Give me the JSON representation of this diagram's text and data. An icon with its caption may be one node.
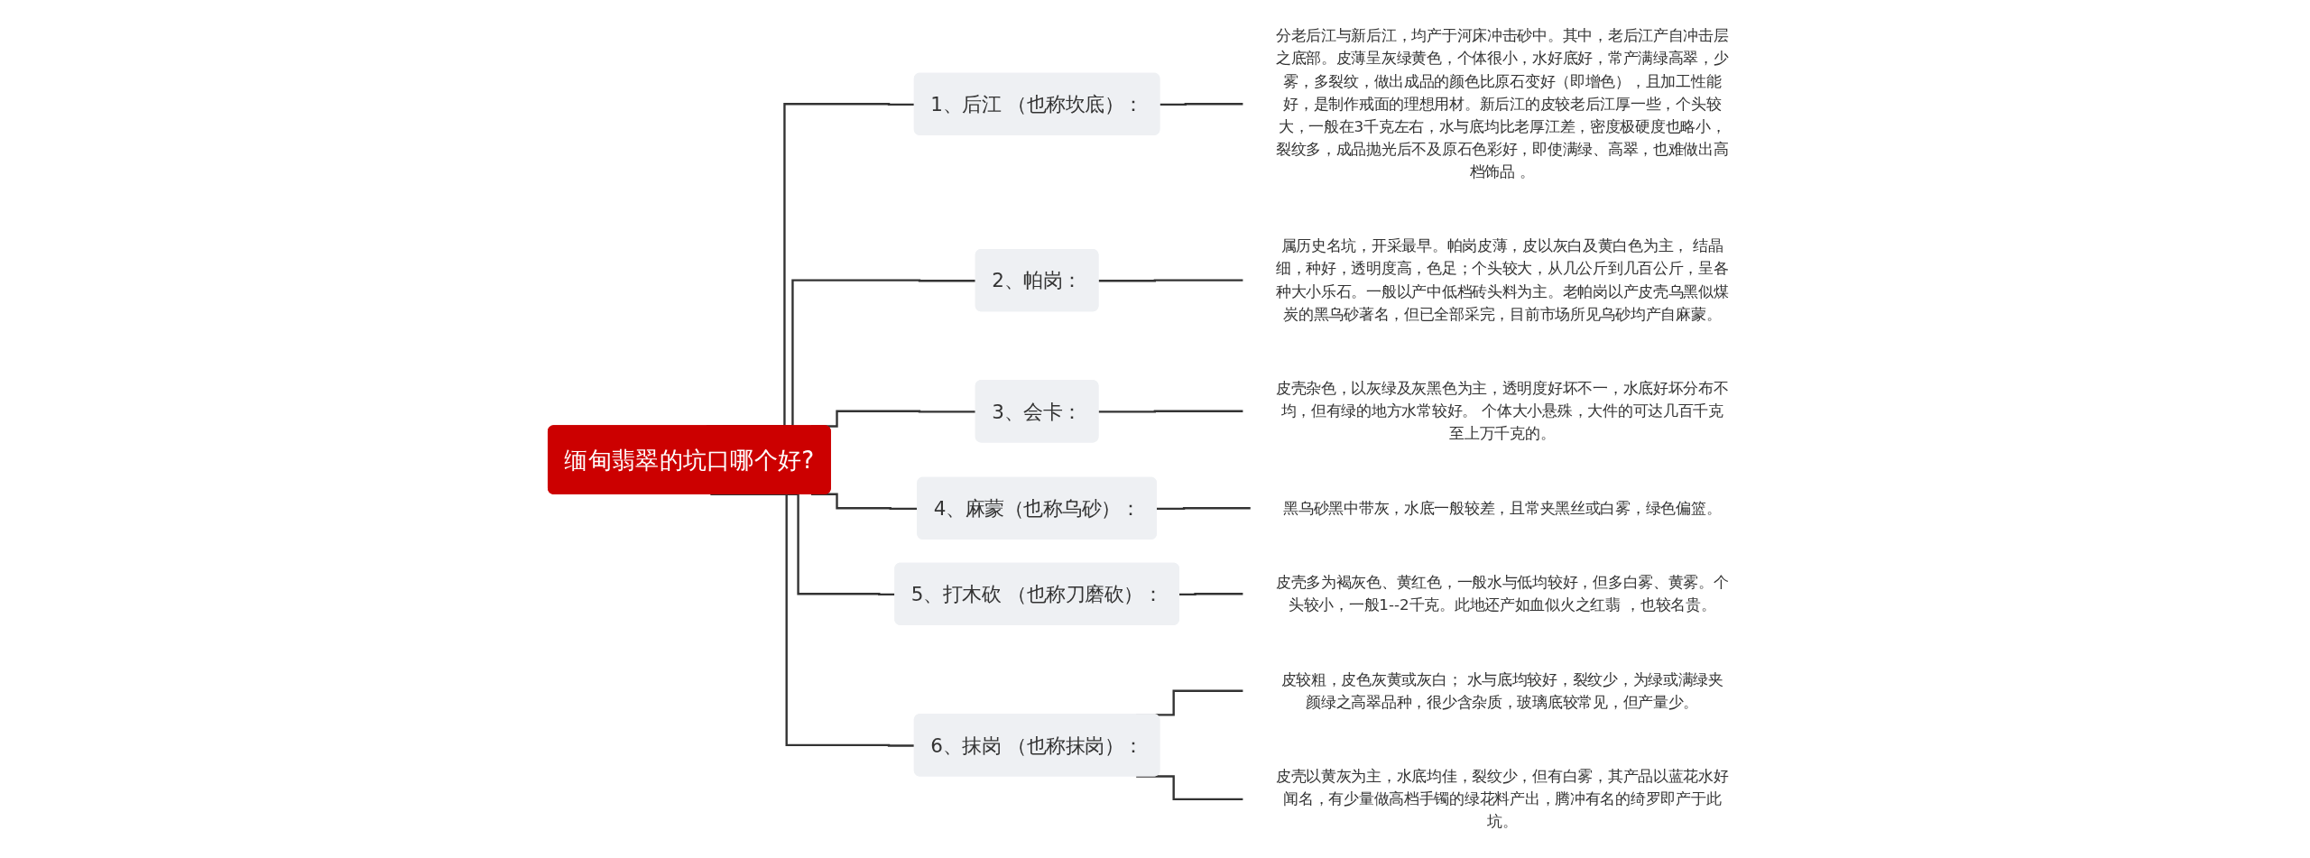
{
  "diagram": {
    "nodes": [
      {
        "text": [
          "缅甸翡翠的坑口哪个好?"
        ]
      },
      {
        "text": [
          "1、后江 （也称坎底）："
        ]
      },
      {
        "text": [
          "分老后江与新后江，均产于河床冲击砂中。其中，老后江产自冲击层之底部。皮薄呈灰绿黄色，个体很小，水好底好，常产满绿高翠，少雾，多裂纹，做出成品的颜色比原石变好（即增色），且加工性能好，是制作戒面的理想用材。新后江的皮较老后江厚一些，个头较大，一般在3千克左右，水与底均比老厚江差，密度极硬度也略小，裂纹多，成品抛光后不及原石色彩好，即使满绿、高翠，也难做出高档饰品 。"
        ]
      },
      {
        "text": [
          "2、帕岗："
        ]
      },
      {
        "text": [
          "属历史名坑，开采最早。帕岗皮薄，皮以灰白及黄白色为主， 结晶细，种好，透明度高，色足；个头较大，从几公斤到几百公斤，呈各种大小乐石。一般以产中低档砖头料为主。老帕岗以产皮壳乌黑似煤炭的黑乌砂著名，但已全部采完，目前市场所见乌砂均产自麻蒙。"
        ]
      },
      {
        "text": [
          "3、会卡："
        ]
      },
      {
        "text": [
          "皮壳杂色，以灰绿及灰黑色为主，透明度好坏不一，水底好坏分布不均，但有绿的地方水常较好。 个体大小悬殊，大件的可达几百千克至上万千克的。"
        ]
      },
      {
        "text": [
          "4、麻蒙（也称乌砂）："
        ]
      },
      {
        "text": [
          "黑乌砂黑中带灰，水底一般较差，且常夹黑丝或白雾，绿色偏篮。"
        ]
      },
      {
        "text": [
          "5、打木砍 （也称刀磨砍）："
        ]
      },
      {
        "text": [
          "皮壳多为褐灰色、黄红色，一般水与低均较好，但多白雾、黄雾。个头较小，一般1--2千克。此地还产如血似火之红翡 ，也较名贵。"
        ]
      },
      {
        "text": [
          "6、抹岗 （也称抹岗）："
        ]
      },
      {
        "text": [
          "皮较粗，皮色灰黄或灰白； 水与底均较好，裂纹少，为绿或满绿夹颜绿之高翠品种，很少含杂质，玻璃底较常见，但产量少。"
        ]
      },
      {
        "text": [
          "皮壳以黄灰为主，水底均佳，裂纹少，但有白雾，其产品以蓝花水好闻名，有少量做高档手镯的绿花料产出，腾冲有名的绮罗即产于此坑。"
        ]
      }
    ],
    "edges": [
      {
        "from": 0,
        "to": 1,
        "arrow": "none"
      },
      {
        "from": 1,
        "to": 2,
        "arrow": "none"
      },
      {
        "from": 0,
        "to": 3,
        "arrow": "none"
      },
      {
        "from": 3,
        "to": 4,
        "arrow": "none"
      },
      {
        "from": 0,
        "to": 5,
        "arrow": "none"
      },
      {
        "from": 5,
        "to": 6,
        "arrow": "none"
      },
      {
        "from": 0,
        "to": 7,
        "arrow": "none"
      },
      {
        "from": 7,
        "to": 8,
        "arrow": "none"
      },
      {
        "from": 0,
        "to": 9,
        "arrow": "none"
      },
      {
        "from": 9,
        "to": 10,
        "arrow": "none"
      },
      {
        "from": 0,
        "to": 11,
        "arrow": "none"
      },
      {
        "from": 11,
        "to": 12,
        "arrow": "none"
      },
      {
        "from": 11,
        "to": 13,
        "arrow": "none"
      }
    ]
  }
}
